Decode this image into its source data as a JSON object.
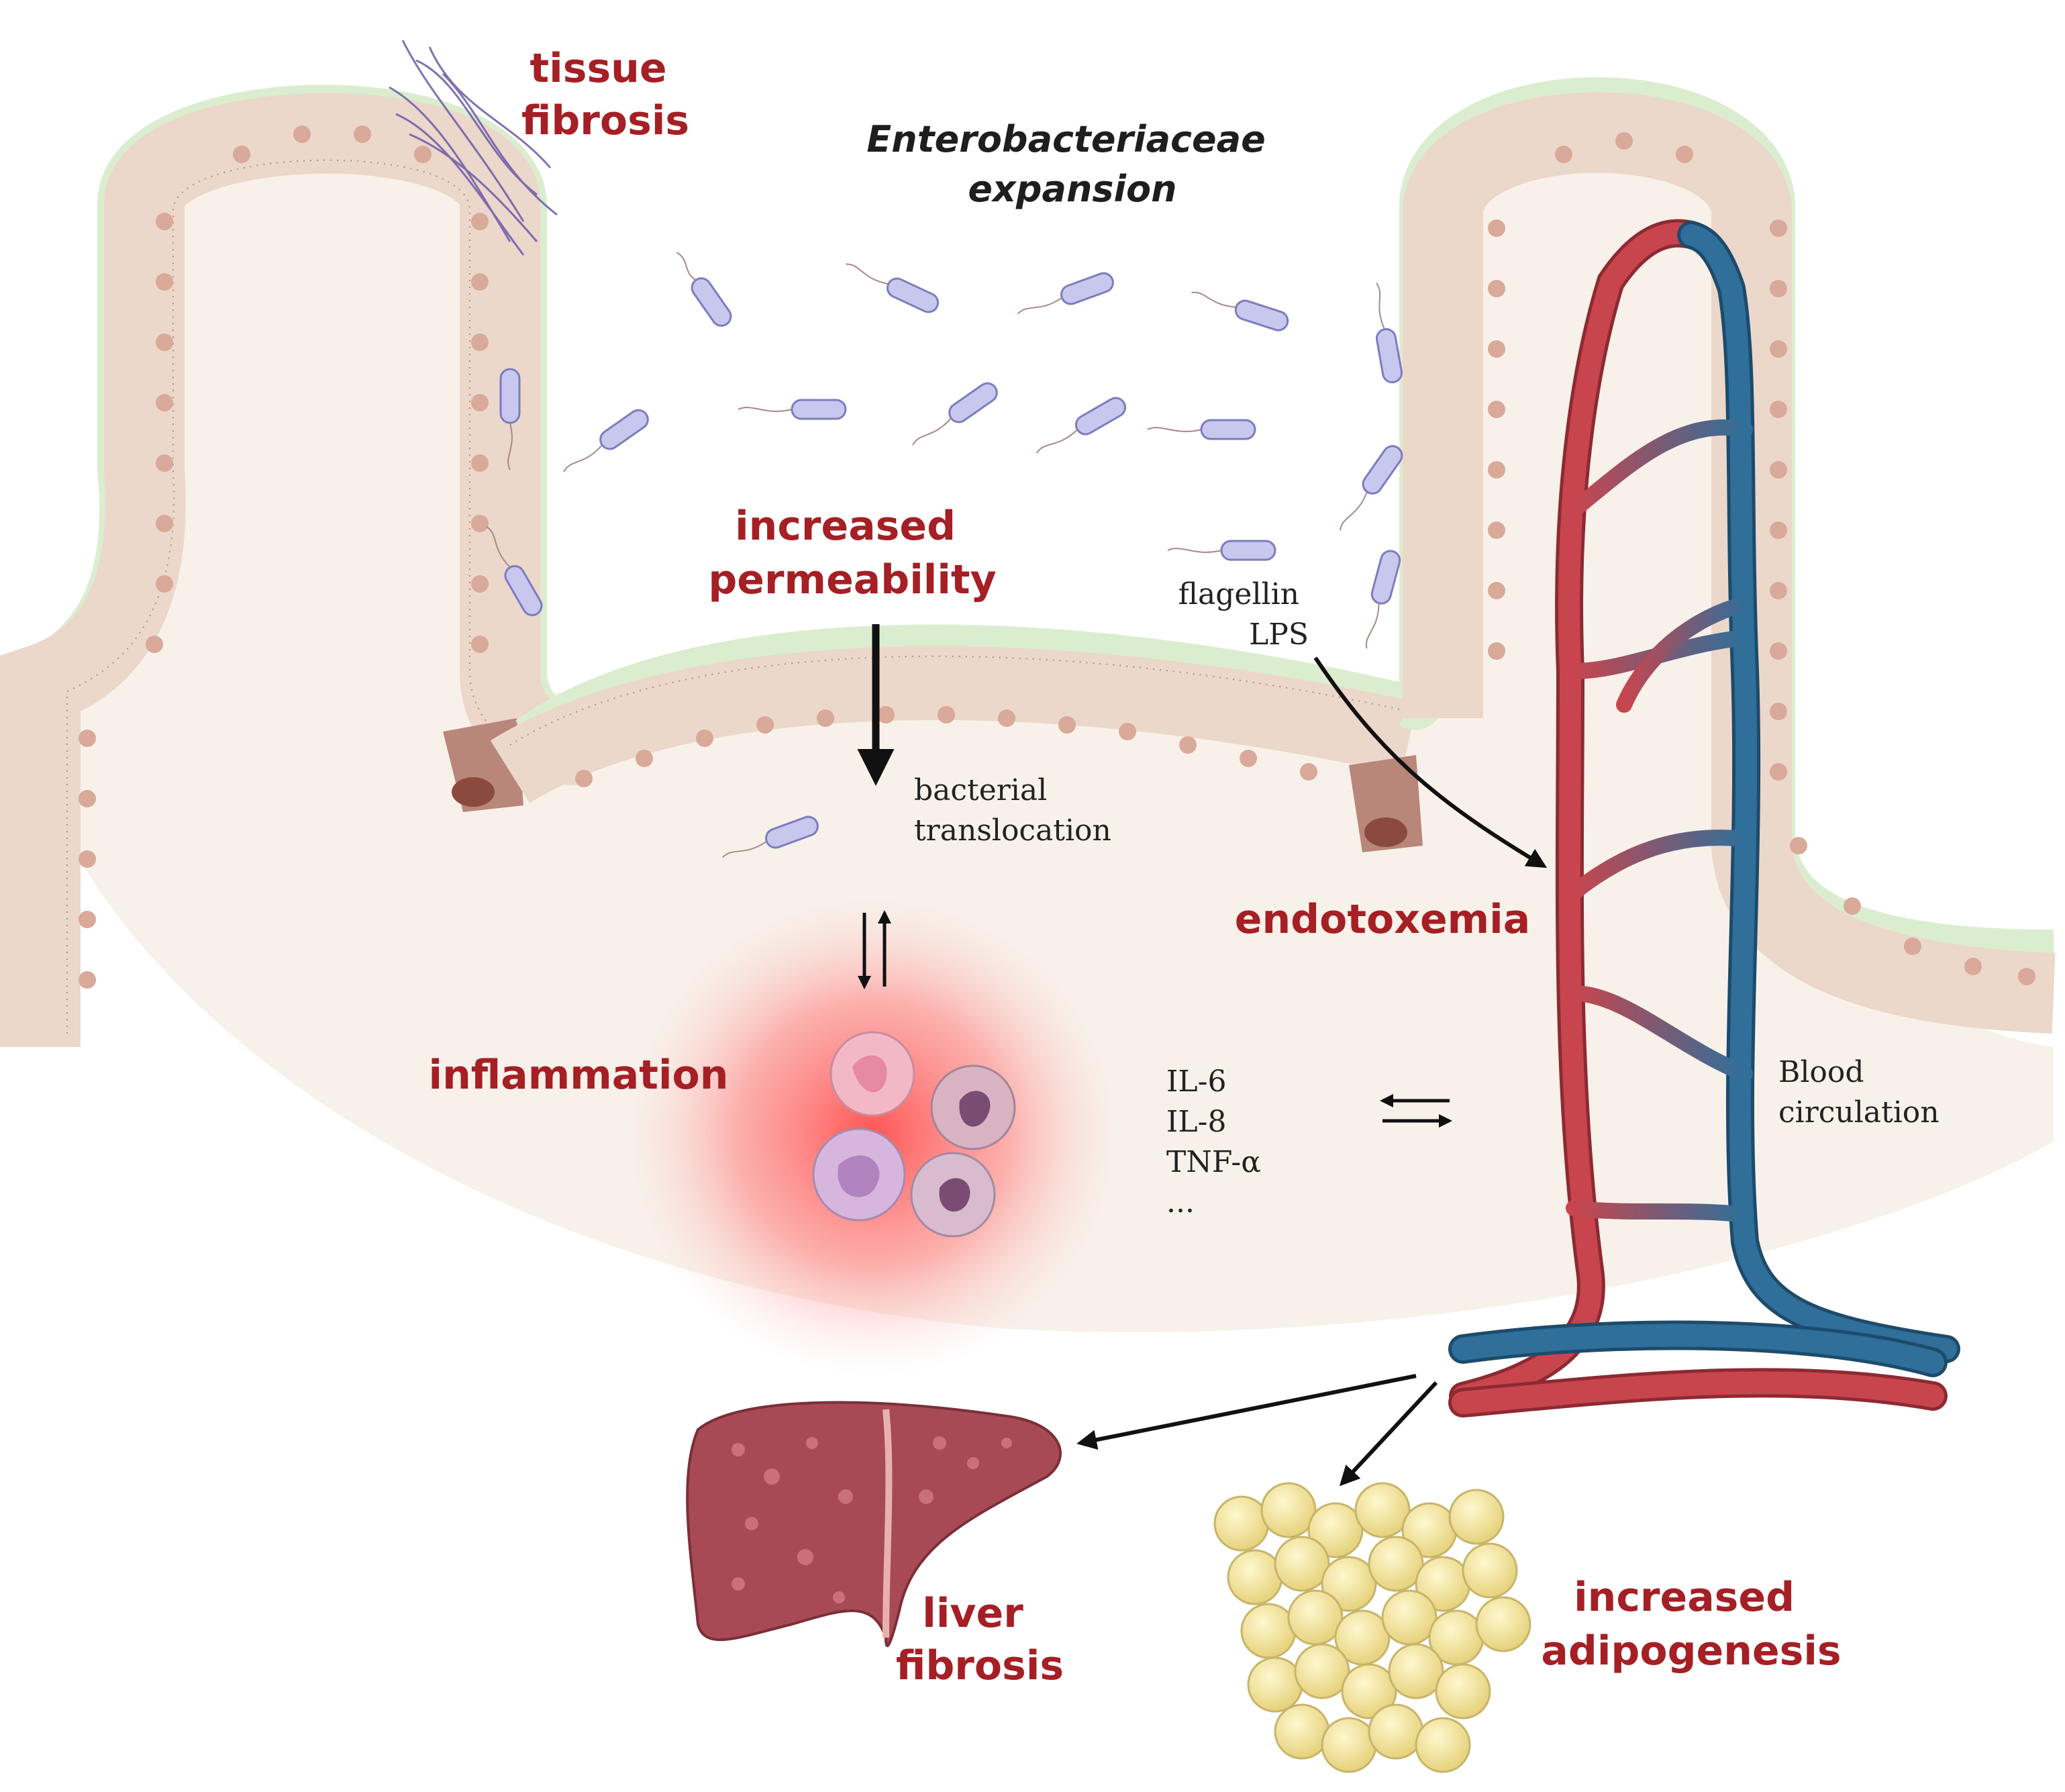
{
  "labels": {
    "tissue_fibrosis": [
      "tissue",
      "fibrosis"
    ],
    "enterobacteriaceae": [
      "Enterobacteriaceae",
      "expansion"
    ],
    "increased_permeability": [
      "increased",
      "permeability"
    ],
    "flagellin_lps": [
      "flagellin",
      "LPS"
    ],
    "bacterial_translocation": [
      "bacterial",
      "translocation"
    ],
    "endotoxemia": "endotoxemia",
    "inflammation": "inflammation",
    "cytokines": [
      "IL-6",
      "IL-8",
      "TNF-α",
      "..."
    ],
    "blood_circulation": [
      "Blood",
      "circulation"
    ],
    "liver_fibrosis": [
      "liver",
      "fibrosis"
    ],
    "increased_adipogenesis": [
      "increased",
      "adipogenesis"
    ]
  },
  "colors": {
    "label_red": "#a51f24",
    "artery": "#c8454e",
    "vein": "#2f6f9a",
    "epithelium": "#ecd7cb",
    "mucus": "#dbedcf",
    "inflammation_glow": "#ff5a5a",
    "liver": "#a84a55",
    "adipocyte": "#f1e5a0"
  }
}
